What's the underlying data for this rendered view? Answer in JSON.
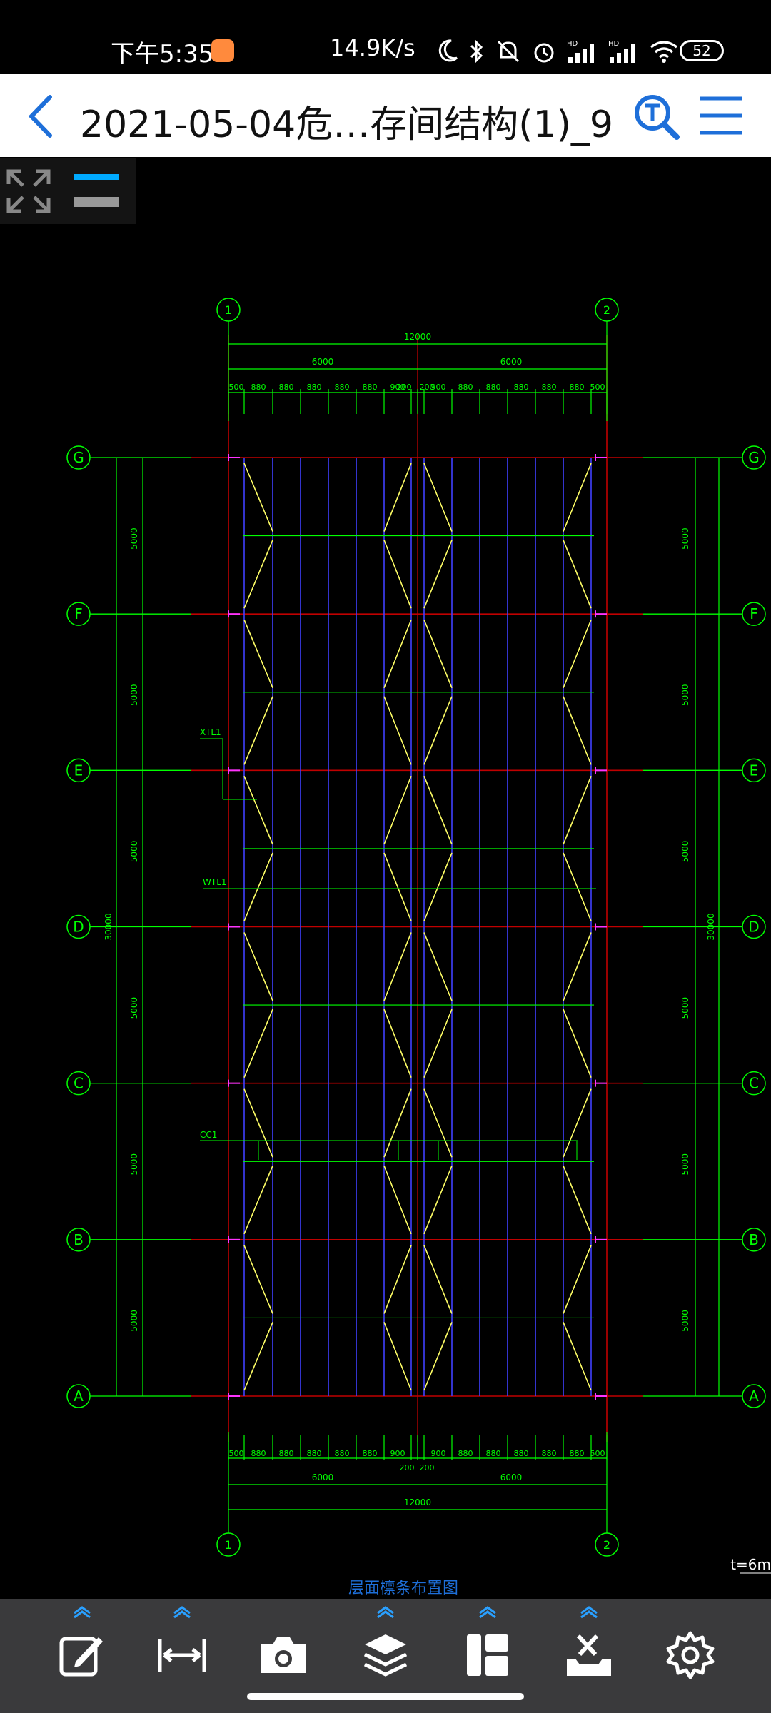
{
  "status_bar": {
    "time": "下午5:35",
    "speed": "14.9K/s",
    "battery": "52"
  },
  "title_bar": {
    "title": "2021-05-04危…存间结构(1)_9"
  },
  "drawing": {
    "title": "层面檩条布置图",
    "scale_note": "t=6m",
    "grid_columns": [
      "1",
      "2"
    ],
    "grid_rows": [
      "G",
      "F",
      "E",
      "D",
      "C",
      "B",
      "A"
    ],
    "dim_total_width": "12000",
    "dim_halves": [
      "6000",
      "6000"
    ],
    "dim_spacings_top": [
      "500",
      "880",
      "880",
      "880",
      "880",
      "880",
      "900",
      "200",
      "200",
      "900",
      "880",
      "880",
      "880",
      "880",
      "880",
      "500"
    ],
    "dim_spacings_bottom": [
      "500",
      "880",
      "880",
      "880",
      "880",
      "880",
      "900",
      "900",
      "880",
      "880",
      "880",
      "880",
      "880",
      "500"
    ],
    "dim_center_bottom": [
      "200",
      "200"
    ],
    "dim_row_spacing": "5000",
    "dim_total_height": "30000",
    "labels": {
      "xtl": "XTL1",
      "wtl": "WTL1",
      "cc": "CC1"
    }
  },
  "colors": {
    "grid_green": "#00ff00",
    "purlin_blue": "#4040ff",
    "rafter_red": "#c00000",
    "brace_yellow": "#ffff66",
    "marker_magenta": "#ff33ff",
    "title_blue": "#1e6fd9"
  },
  "toolbar": {
    "icons": [
      "edit-icon",
      "measure-icon",
      "camera-icon",
      "layers-icon",
      "layout-icon",
      "tools-icon",
      "settings-icon"
    ]
  }
}
